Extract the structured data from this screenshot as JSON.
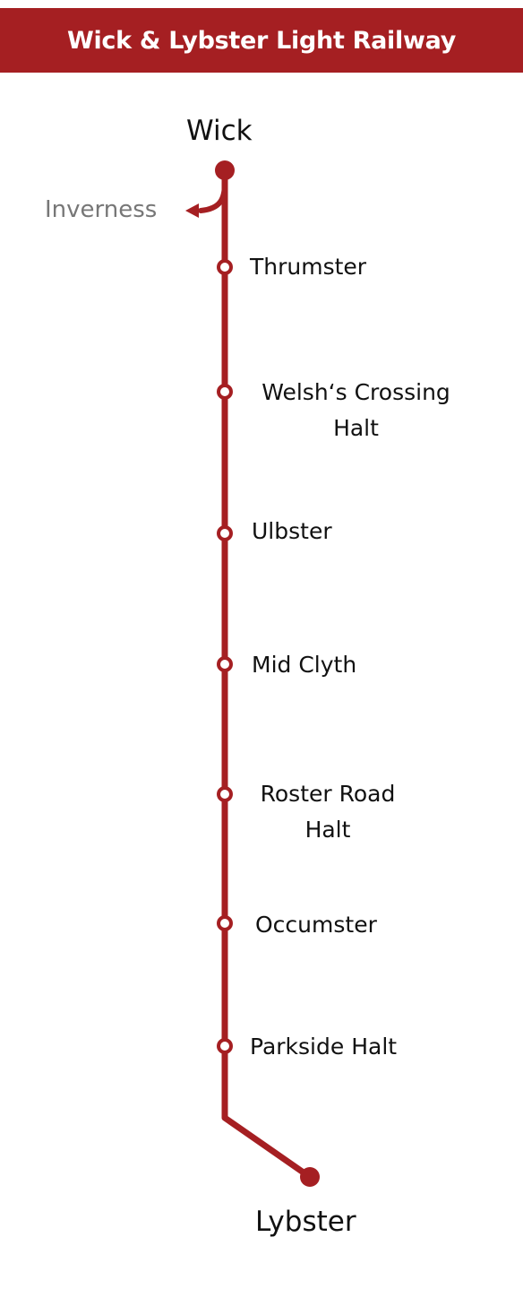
{
  "title": "Wick & Lybster Light Railway",
  "colors": {
    "line": "#a51f22",
    "title_bar": "#a51f22",
    "station_fill": "#ffffff",
    "text": "#111111",
    "branch_text": "#777777"
  },
  "branch": {
    "label": "Inverness"
  },
  "termini": {
    "north": "Wick",
    "south": "Lybster"
  },
  "stations": [
    {
      "name": "Thrumster"
    },
    {
      "name": "Welsh‘s Crossing Halt"
    },
    {
      "name": "Ulbster"
    },
    {
      "name": "Mid Clyth"
    },
    {
      "name": "Roster Road Halt"
    },
    {
      "name": "Occumster"
    },
    {
      "name": "Parkside Halt"
    }
  ]
}
